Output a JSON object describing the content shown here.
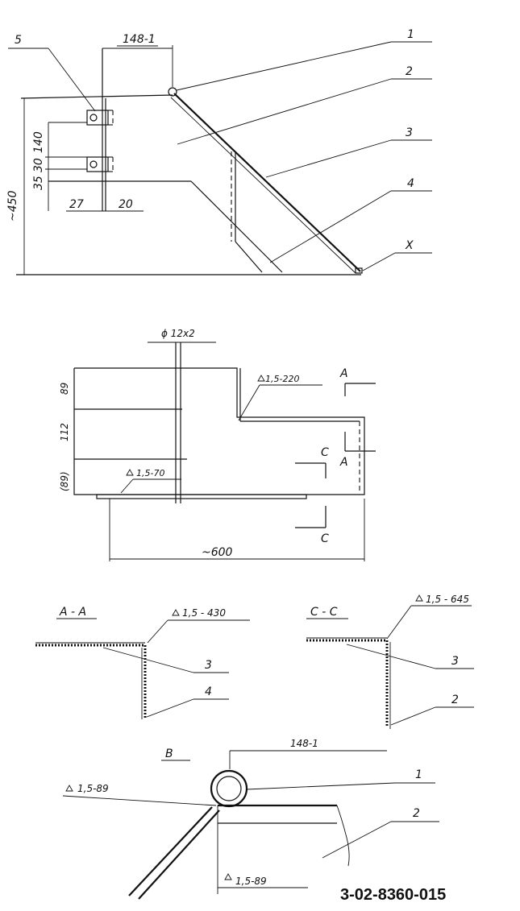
{
  "document_code": "3-02-8360-015",
  "view1": {
    "callouts": [
      "5",
      "1",
      "2",
      "3",
      "4",
      "X"
    ],
    "dims": {
      "top": "148-1",
      "overall_height": "~450",
      "h140": "140",
      "h30": "30",
      "h35": "35",
      "w27": "27",
      "w20": "20"
    }
  },
  "view2": {
    "pipe": "ϕ 12x2",
    "weld_top": "1,5-220",
    "weld_left": "1,5-70",
    "dims": {
      "h89a": "89",
      "h112": "112",
      "h89b": "(89)",
      "length": "~600"
    },
    "section_a": "A",
    "section_c": "C"
  },
  "section_aa": {
    "title": "A - A",
    "weld": "1,5 - 430",
    "callouts": [
      "3",
      "4"
    ]
  },
  "section_cc": {
    "title": "C - C",
    "weld": "1,5 - 645",
    "callouts": [
      "3",
      "2"
    ]
  },
  "detail_b": {
    "title": "B",
    "dim": "148-1",
    "weld_left": "1,5-89",
    "weld_bottom": "1,5-89",
    "callouts": [
      "1",
      "2"
    ]
  }
}
